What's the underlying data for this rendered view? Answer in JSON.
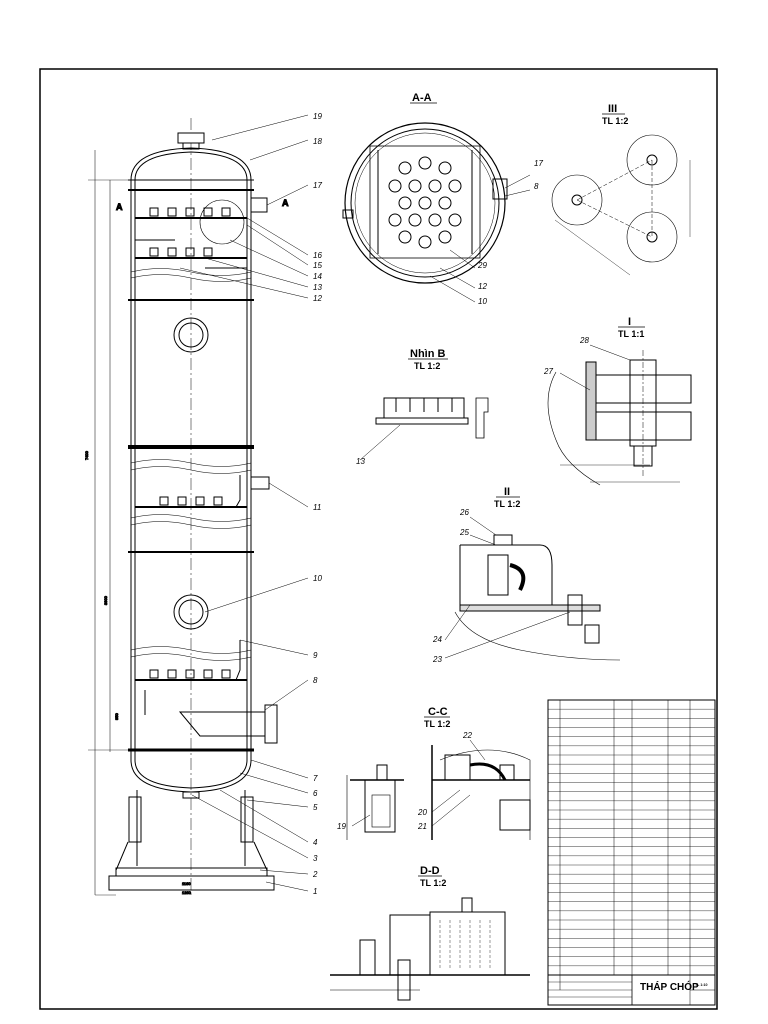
{
  "views": {
    "aa": {
      "title": "A-A"
    },
    "cc": {
      "title": "C-C",
      "scale": "TL 1:2"
    },
    "dd": {
      "title": "D-D",
      "scale": "TL 1:2"
    },
    "iii": {
      "title": "III",
      "scale": "TL 1:2"
    },
    "i": {
      "title": "I",
      "scale": "TL 1:1"
    },
    "nhinb": {
      "title": "Nhìn B",
      "scale": "TL 1:2"
    },
    "ii": {
      "title": "II",
      "scale": "TL 1:2"
    }
  },
  "section_marks": {
    "a_left": "A",
    "a_right": "A"
  },
  "callouts": {
    "main": [
      "19",
      "18",
      "17",
      "16",
      "15",
      "14",
      "13",
      "12",
      "11",
      "10",
      "9",
      "8",
      "7",
      "6",
      "5",
      "4",
      "3",
      "2",
      "1"
    ],
    "aa": [
      "17",
      "8",
      "29",
      "12",
      "10"
    ],
    "i": [
      "28",
      "27"
    ],
    "nhinb": [
      "13"
    ],
    "ii": [
      "26",
      "25",
      "24",
      "23"
    ],
    "cc": [
      "22",
      "20",
      "21",
      "19"
    ]
  },
  "dimensions": {
    "overall_height": "7400",
    "section_height": "3900",
    "bottom_dim": "950",
    "flange_ext": "1160",
    "base_dia": "1260"
  },
  "title_block": {
    "drawing_title": "THÁP CHÓP",
    "scale": "TL 1:10"
  }
}
